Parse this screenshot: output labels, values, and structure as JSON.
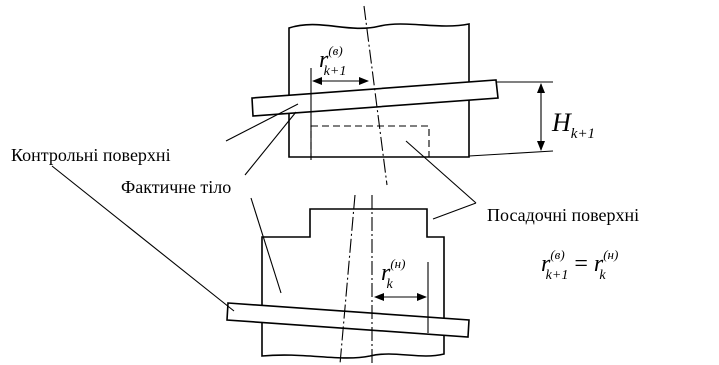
{
  "labels": {
    "control_surfaces": "Контрольні поверхні",
    "actual_body": "Фактичне тіло",
    "seating_surfaces": "Посадочні поверхні"
  },
  "symbols": {
    "r_upper": {
      "base": "r",
      "sub": "k+1",
      "sup": "(в)"
    },
    "r_lower": {
      "base": "r",
      "sub": "k",
      "sup": "(н)"
    },
    "h": {
      "base": "H",
      "sub": "k+1"
    },
    "equation": {
      "equals": "="
    }
  }
}
